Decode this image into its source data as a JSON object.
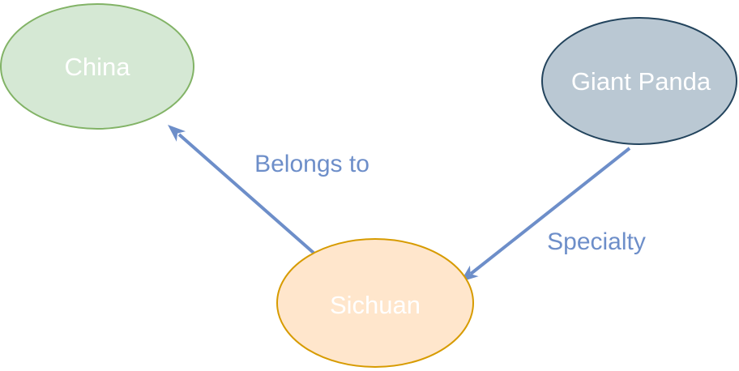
{
  "diagram": {
    "background": "#ffffff",
    "nodes": [
      {
        "id": "china",
        "label": "China",
        "shape": "ellipse",
        "fill": "#d5e8d4",
        "stroke": "#82b366",
        "text_color": "#ffffff"
      },
      {
        "id": "giant-panda",
        "label": "Giant Panda",
        "shape": "ellipse",
        "fill": "#bac8d3",
        "stroke": "#23445d",
        "text_color": "#ffffff"
      },
      {
        "id": "sichuan",
        "label": "Sichuan",
        "shape": "ellipse",
        "fill": "#ffe6cc",
        "stroke": "#d79b00",
        "text_color": "#ffffff"
      }
    ],
    "edges": [
      {
        "id": "belongs-to",
        "label": "Belongs to",
        "from": "Sichuan",
        "to": "China",
        "color": "#6d8ec9"
      },
      {
        "id": "specialty",
        "label": "Specialty",
        "from": "Giant Panda",
        "to": "Sichuan",
        "color": "#6d8ec9"
      }
    ]
  }
}
